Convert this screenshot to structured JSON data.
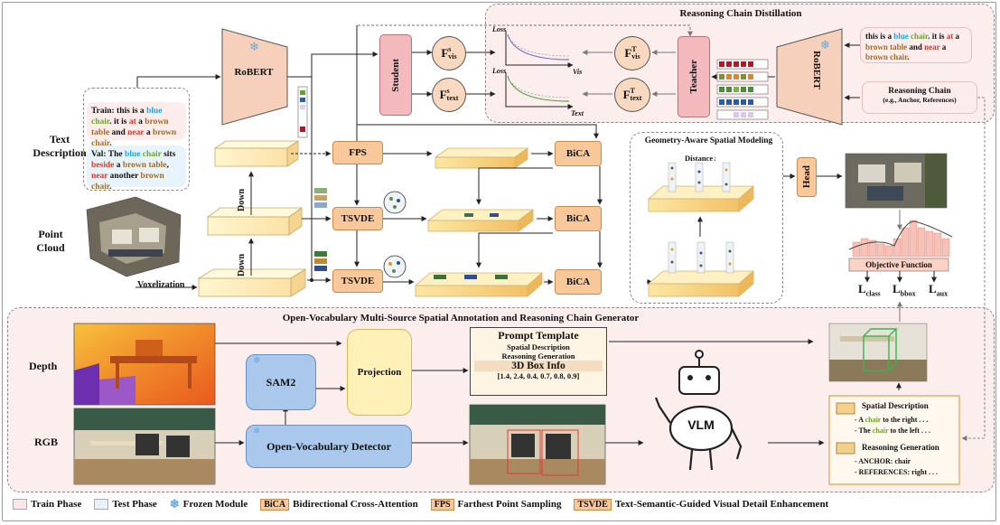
{
  "text_description_label": "Text\nDescription",
  "point_cloud_label": "Point\nCloud",
  "train_text": {
    "prefix": "Train: this is a ",
    "w1": "blue ",
    "w2": "chair",
    "mid1": ". it is ",
    "w3": "at",
    "mid2": " a ",
    "w4": "brown table",
    "mid3": " and ",
    "w5": "near",
    "mid4": " a ",
    "w6": "brown chair",
    "end": "."
  },
  "val_text": {
    "prefix": "Val: The ",
    "w1": "blue ",
    "w2": "chair",
    "mid1": " sits ",
    "w3": "beside",
    "mid2": " a ",
    "w4": "brown table",
    "mid3": ", ",
    "w5": "near",
    "mid4": " another ",
    "w6": "brown chair",
    "end": "."
  },
  "roberta_label": "RoBERT",
  "student_label": "Student",
  "teacher_label": "Teacher",
  "reasoning_chain_distillation": "Reasoning Chain Distillation",
  "fs_vis": {
    "main": "F",
    "sup": "s",
    "sub": "vis"
  },
  "fs_text": {
    "main": "F",
    "sup": "s",
    "sub": "text"
  },
  "ft_vis": {
    "main": "F",
    "sup": "T",
    "sub": "vis"
  },
  "ft_text": {
    "main": "F",
    "sup": "T",
    "sub": "text"
  },
  "loss_label": "Loss",
  "vis_label": "Vis",
  "text_label": "Text",
  "teacher_text": {
    "p1": "this is a ",
    "w1": "blue ",
    "w2": "chair",
    "p2": ". it is ",
    "w3": "at",
    "p3": " a ",
    "w4": "brown table",
    "p4": " and ",
    "w5": "near",
    "p5": " a ",
    "w6": "brown chair",
    "p6": "."
  },
  "reasoning_chain": {
    "title": "Reasoning Chain",
    "sub": "(e.g., Anchor, References)"
  },
  "fps_label": "FPS",
  "tsvde_label": "TSVDE",
  "bica_label": "BiCA",
  "down_label": "Down",
  "voxelization_label": "Voxelization",
  "geometry_title": "Geometry-Aware Spatial Modeling",
  "distance_label": "Distance",
  "head_label": "Head",
  "objective_function": "Objective Function",
  "losses": [
    {
      "main": "L",
      "sub": "class"
    },
    {
      "main": "L",
      "sub": "bbox"
    },
    {
      "main": "L",
      "sub": "aux"
    }
  ],
  "ov_title": "Open-Vocabulary Multi-Source Spatial Annotation and Reasoning Chain Generator",
  "depth_label": "Depth",
  "rgb_label": "RGB",
  "sam2_label": "SAM2",
  "projection_label": "Projection",
  "ov_detector_label": "Open-Vocabulary Detector",
  "prompt_template": {
    "title": "Prompt Template",
    "line1": "Spatial Description",
    "line2": "Reasoning Generation",
    "box_title": "3D Box Info",
    "box_values": "[1.4, 2.4, 0.4, 0.7, 0.8, 0.9]"
  },
  "vlm_label": "VLM",
  "spatial_description": {
    "title": "Spatial Description",
    "l1a": "- A ",
    "l1b": "chair",
    "l1c": " to the right . . .",
    "l2a": "- The ",
    "l2b": "chair",
    "l2c": " to the left . . ."
  },
  "reasoning_generation": {
    "title": "Reasoning Generation",
    "l1": "- ANCHOR: chair",
    "l2": "- REFERENCES: right . . ."
  },
  "legend": [
    {
      "type": "swatch",
      "label": "Train Phase",
      "color": "#fbe7e7"
    },
    {
      "type": "swatch",
      "label": "Test Phase",
      "color": "#e9f2fb"
    },
    {
      "type": "snow",
      "label": "Frozen Module"
    },
    {
      "type": "abbr",
      "abbr": "BiCA",
      "label": "Bidirectional Cross-Attention"
    },
    {
      "type": "abbr",
      "abbr": "FPS",
      "label": "Farthest Point Sampling"
    },
    {
      "type": "abbr",
      "abbr": "TSVDE",
      "label": "Text-Semantic-Guided Visual Detail Enhancement"
    }
  ],
  "colors": {
    "orange": "#f8c89a",
    "pink": "#fdeeee",
    "blue_module": "#a9c8ec",
    "yellow_module": "#fff1b8"
  }
}
